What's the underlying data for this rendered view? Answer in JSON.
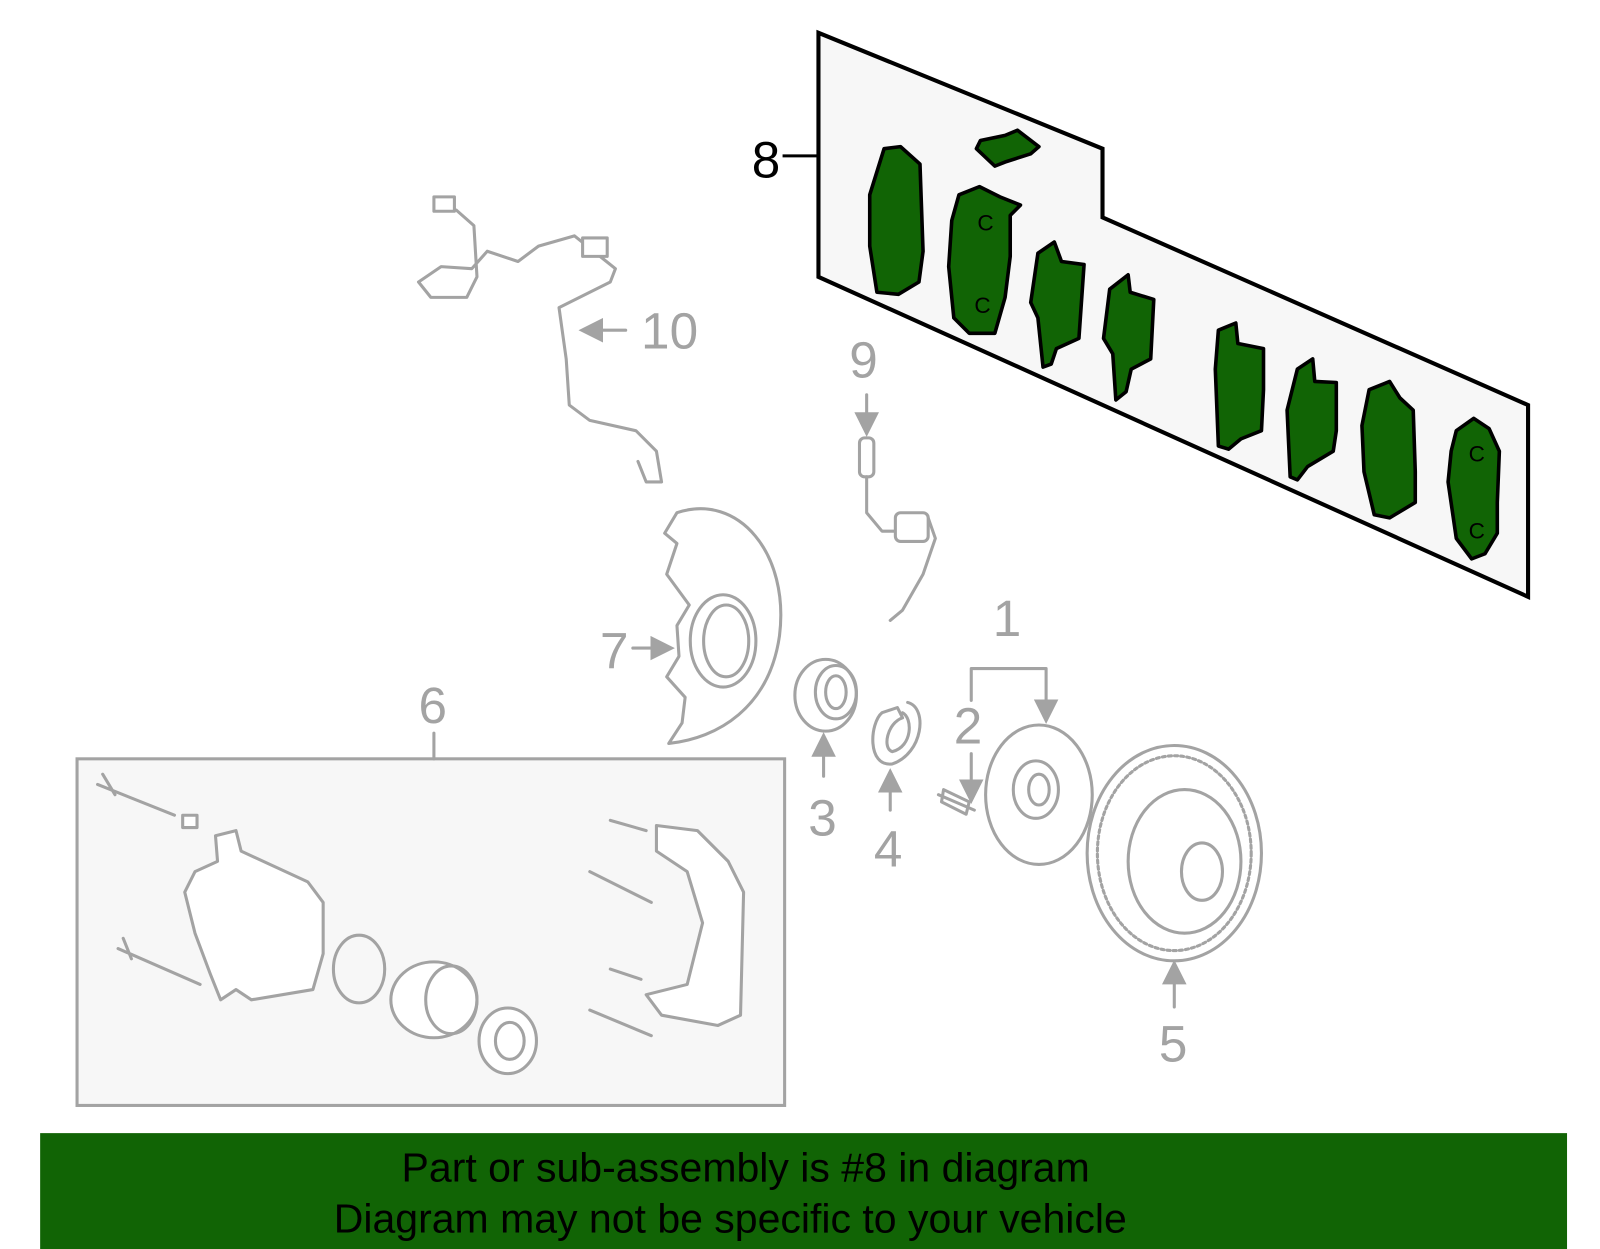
{
  "diagram": {
    "callouts": {
      "c1": "1",
      "c2": "2",
      "c3": "3",
      "c4": "4",
      "c5": "5",
      "c6": "6",
      "c7": "7",
      "c8": "8",
      "c9": "9",
      "c10": "10"
    },
    "highlight_color": "#116405",
    "line_color": "#a3a3a3"
  },
  "banner": {
    "line1": "Part or sub-assembly is #8 in diagram",
    "line2": "Diagram may not be specific to your vehicle",
    "background": "#116405"
  }
}
